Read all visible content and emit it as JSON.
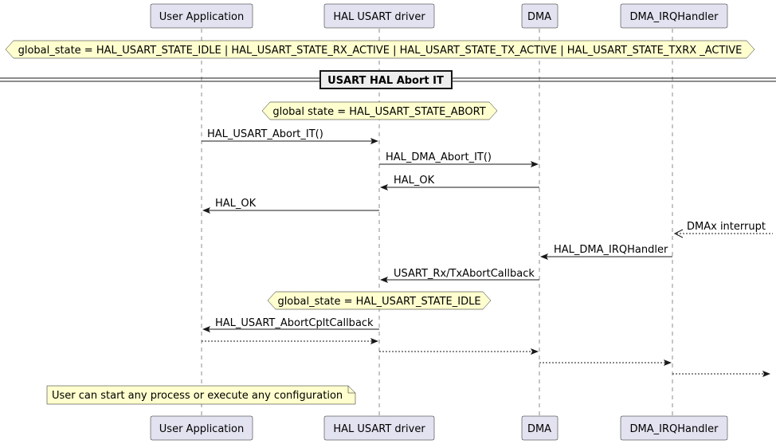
{
  "participants": [
    {
      "id": "user",
      "label": "User Application"
    },
    {
      "id": "hal",
      "label": "HAL USART driver"
    },
    {
      "id": "dma",
      "label": "DMA"
    },
    {
      "id": "irq",
      "label": "DMA_IRQHandler"
    }
  ],
  "top_state": "global_state = HAL_USART_STATE_IDLE | HAL_USART_STATE_RX_ACTIVE | HAL_USART_STATE_TX_ACTIVE | HAL_USART_STATE_TXRX _ACTIVE",
  "divider": "USART HAL Abort IT",
  "state_abort": "global state = HAL_USART_STATE_ABORT",
  "state_idle": "global_state = HAL_USART_STATE_IDLE",
  "messages": [
    {
      "label": "HAL_USART_Abort_IT()",
      "style": "solid"
    },
    {
      "label": "HAL_DMA_Abort_IT()",
      "style": "solid"
    },
    {
      "label": "HAL_OK",
      "style": "solid"
    },
    {
      "label": "HAL_OK",
      "style": "solid"
    },
    {
      "label": "DMAx interrupt",
      "style": "dashed"
    },
    {
      "label": "HAL_DMA_IRQHandler",
      "style": "solid"
    },
    {
      "label": "USART_Rx/TxAbortCallback",
      "style": "solid"
    },
    {
      "label": "HAL_USART_AbortCpltCallback",
      "style": "solid"
    },
    {
      "label": "",
      "style": "dashed"
    },
    {
      "label": "",
      "style": "dashed"
    },
    {
      "label": "",
      "style": "dashed"
    },
    {
      "label": "",
      "style": "dashed"
    }
  ],
  "note": "User can start any process or execute any configuration"
}
